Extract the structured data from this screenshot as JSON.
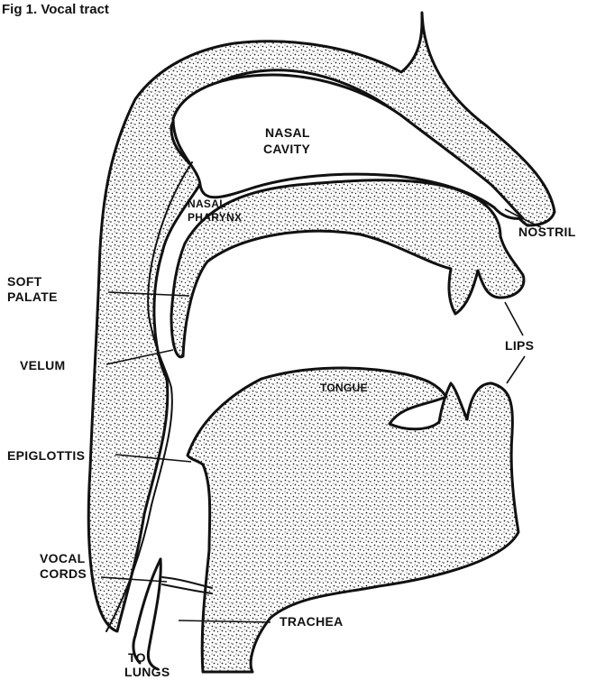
{
  "title": "Fig 1. Vocal tract",
  "labels": {
    "nasal_cavity_1": "NASAL",
    "nasal_cavity_2": "CAVITY",
    "nasal_pharynx_1": "NASAL",
    "nasal_pharynx_2": "PHARYNX",
    "nostril": "NOSTRIL",
    "soft_palate_1": "SOFT",
    "soft_palate_2": "PALATE",
    "lips": "LIPS",
    "velum": "VELUM",
    "tongue": "TONGUE",
    "epiglottis": "EPIGLOTTIS",
    "vocal_cords_1": "VOCAL",
    "vocal_cords_2": "CORDS",
    "trachea": "TRACHEA",
    "to_lungs_1": "TO",
    "to_lungs_2": "LUNGS"
  },
  "colors": {
    "ink": "#111111",
    "tissue": "#c9c9c9",
    "background": "#ffffff"
  }
}
